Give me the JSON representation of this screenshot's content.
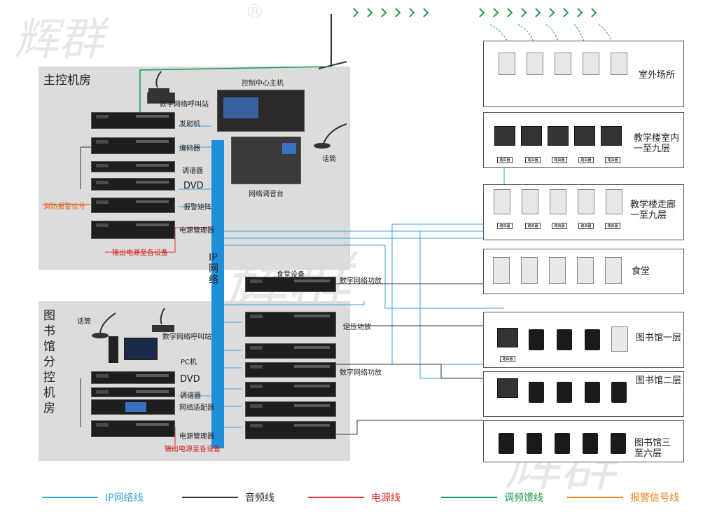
{
  "brand": {
    "watermark": "辉群",
    "registered": "®"
  },
  "rooms": {
    "main": {
      "title": "主控机房"
    },
    "library": {
      "title": "图书馆分控机房"
    }
  },
  "devices": {
    "main_station": "数字网络呼叫站",
    "control_host": "控制中心主机",
    "transmitter": "发射机",
    "encoder": "编码器",
    "tuner": "调谐器",
    "dvd": "DVD",
    "alarm_matrix": "报警矩阵",
    "power_manager": "电源管理器",
    "mic": "话筒",
    "mixer": "网络调音台",
    "fire_signal": "消防报警信号",
    "power_out": "输出电源至各设备",
    "ip_network": "IP网络",
    "canteen_eq": "食堂设备",
    "digital_amp": "数字网络功放",
    "const_amp": "定压功放",
    "lib_mic": "话筒",
    "lib_station": "数字网络呼叫站",
    "pc": "PC机",
    "lib_dvd": "DVD",
    "lib_tuner": "调谐器",
    "net_adapter": "网络适配器",
    "lib_digital_amp": "数字网络功放",
    "lib_power_manager": "电源管理器",
    "lib_power_out": "输出电源至各设备",
    "router_label": "路由器"
  },
  "zones": [
    {
      "label": "室外场所"
    },
    {
      "label": "教学楼室内\n一至九层"
    },
    {
      "label": "教学楼走廊\n一至九层"
    },
    {
      "label": "食堂"
    },
    {
      "label": "图书馆一层"
    },
    {
      "label": "图书馆二层"
    },
    {
      "label": "图书馆三\n至六层"
    }
  ],
  "legend": [
    {
      "label": "IP网络线",
      "color": "#3aa6e0"
    },
    {
      "label": "音频线",
      "color": "#333333"
    },
    {
      "label": "电源线",
      "color": "#e03030"
    },
    {
      "label": "调频馈线",
      "color": "#1a9a4a"
    },
    {
      "label": "报警信号线",
      "color": "#f08020"
    }
  ]
}
